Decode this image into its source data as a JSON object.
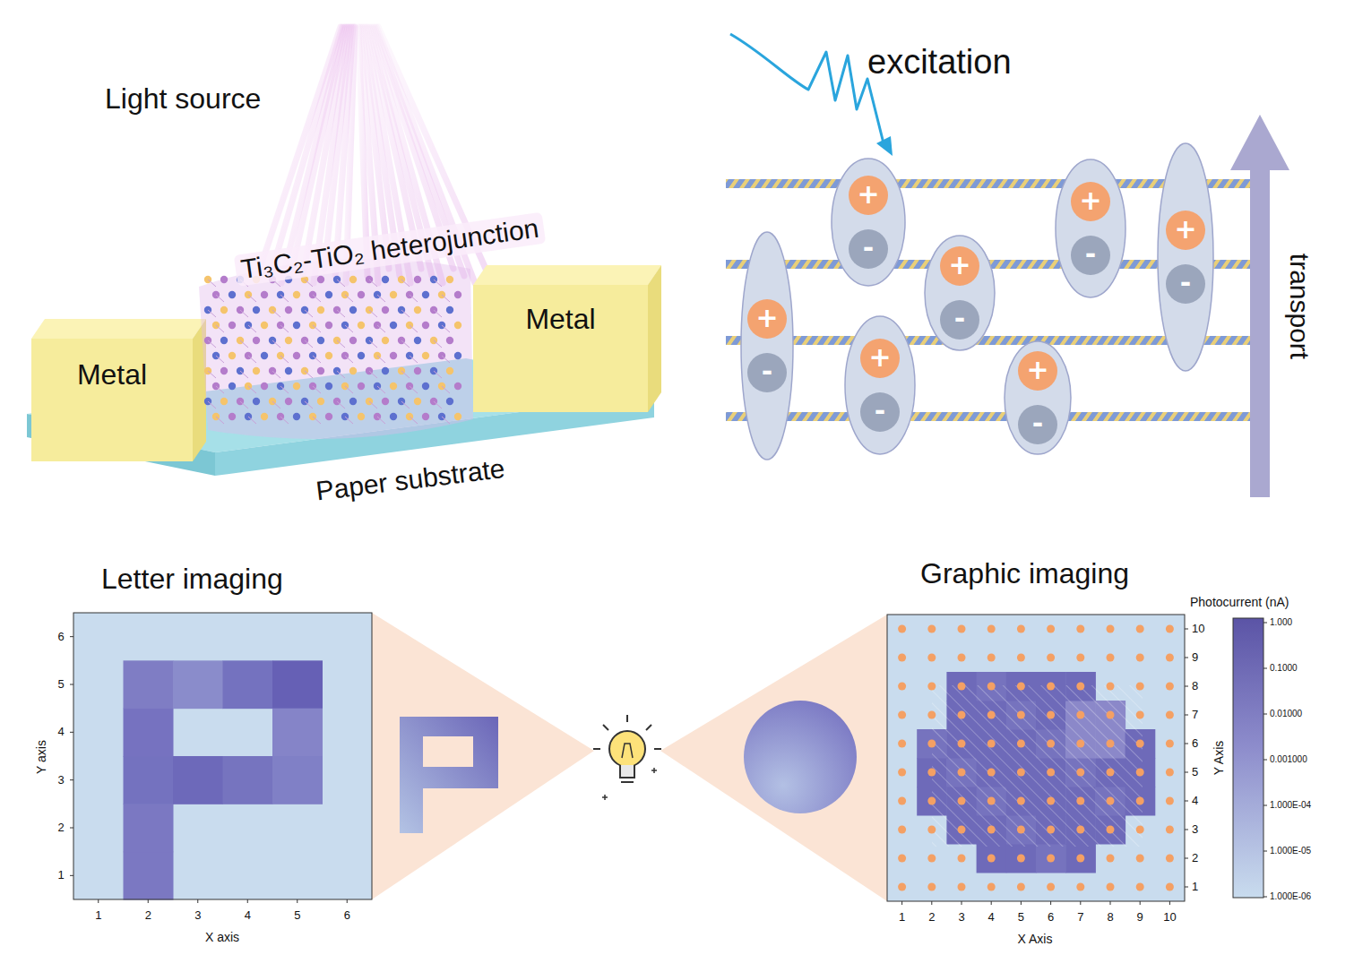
{
  "diagram": {
    "nodes": [
      {
        "text": [
          "Metal"
        ]
      },
      {
        "text": [
          "Metal"
        ]
      },
      {
        "text": [
          "+",
          "-"
        ]
      },
      {
        "text": [
          "+",
          "-"
        ]
      },
      {
        "text": [
          "+",
          "-"
        ]
      },
      {
        "text": [
          "+",
          "-"
        ]
      },
      {
        "text": [
          "+",
          "-"
        ]
      },
      {
        "text": [
          "+",
          "-"
        ]
      },
      {
        "text": [
          "+",
          "-"
        ]
      }
    ],
    "labels": [
      "Light source",
      "Ti₃C₂-TiO₂ heterojunction",
      "Paper substrate",
      "excitation",
      "transport",
      "Letter imaging",
      "Graphic imaging",
      "Y axis",
      "X axis",
      "1",
      "2",
      "3",
      "4",
      "5",
      "6",
      "1",
      "2",
      "3",
      "4",
      "5",
      "6",
      "Y Axis",
      "X Axis",
      "1",
      "2",
      "3",
      "4",
      "5",
      "6",
      "7",
      "8",
      "9",
      "10",
      "1",
      "2",
      "3",
      "4",
      "5",
      "6",
      "7",
      "8",
      "9",
      "10",
      "Photocurrent (nA)",
      "1.000",
      "0.1000",
      "0.01000",
      "0.001000",
      "1.000E-04",
      "1.000E-05",
      "1.000E-06"
    ]
  }
}
